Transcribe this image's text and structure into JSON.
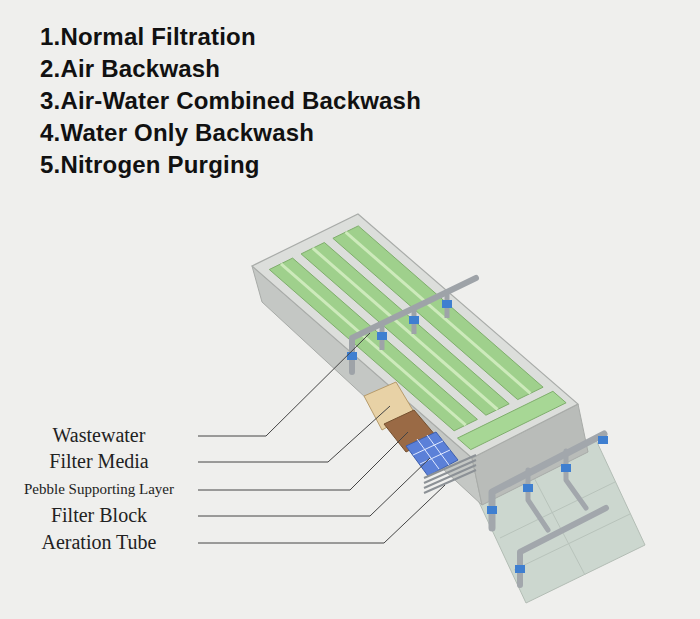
{
  "diagram": {
    "labels": [
      "1.Normal Filtration",
      "2.Air Backwash",
      "3.Air-Water Combined Backwash",
      "4.Water Only Backwash",
      "5.Nitrogen Purging",
      "Wastewater",
      "Filter Media",
      "Pebble Supporting Layer",
      "Filter Block",
      "Aeration Tube"
    ]
  }
}
